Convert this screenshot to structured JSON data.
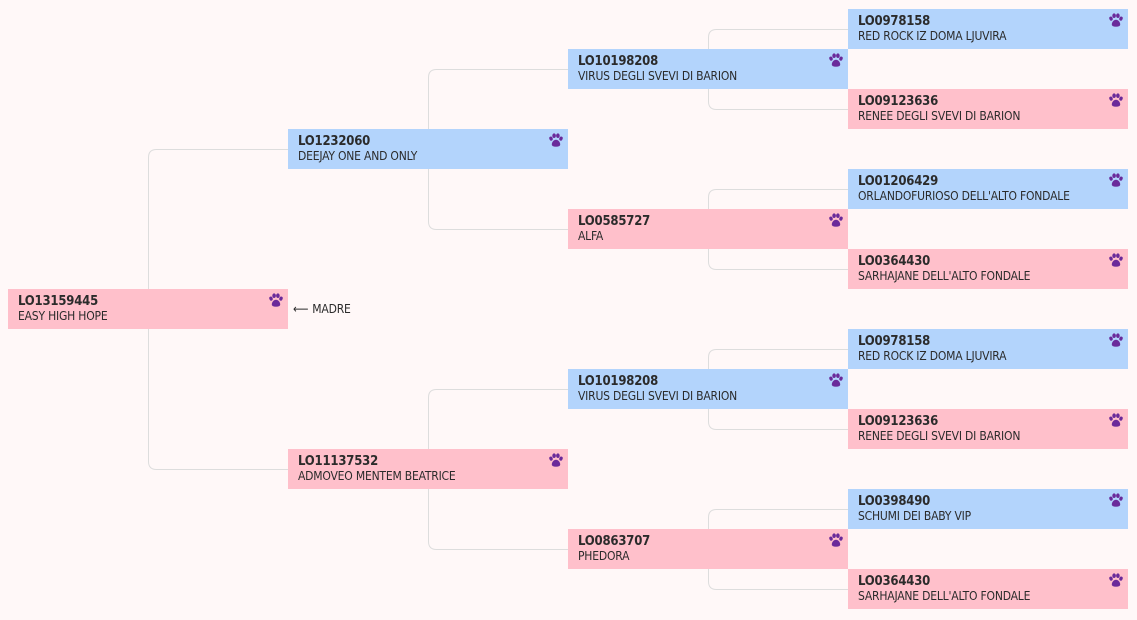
{
  "colors": {
    "male": "#b3d4fc",
    "female": "#ffc0cb",
    "paw": "#6a2a9a",
    "connector": "#dddddd"
  },
  "pointer": {
    "arrow": "⟵",
    "label": "MADRE"
  },
  "pedigree": {
    "subject": {
      "code": "LO13159445",
      "name": "EASY HIGH HOPE",
      "sex": "female"
    },
    "generation1": [
      {
        "code": "LO1232060",
        "name": "DEEJAY ONE AND ONLY",
        "sex": "male"
      },
      {
        "code": "LO11137532",
        "name": "ADMOVEO MENTEM BEATRICE",
        "sex": "female"
      }
    ],
    "generation2": [
      {
        "code": "LO10198208",
        "name": "VIRUS DEGLI SVEVI DI BARION",
        "sex": "male"
      },
      {
        "code": "LO0585727",
        "name": "ALFA",
        "sex": "female"
      },
      {
        "code": "LO10198208",
        "name": "VIRUS DEGLI SVEVI DI BARION",
        "sex": "male"
      },
      {
        "code": "LO0863707",
        "name": "PHEDORA",
        "sex": "female"
      }
    ],
    "generation3": [
      {
        "code": "LO0978158",
        "name": "RED ROCK IZ DOMA LJUVIRA",
        "sex": "male"
      },
      {
        "code": "LO09123636",
        "name": "RENEE DEGLI SVEVI DI BARION",
        "sex": "female"
      },
      {
        "code": "LO01206429",
        "name": "ORLANDOFURIOSO DELL'ALTO FONDALE",
        "sex": "male"
      },
      {
        "code": "LO0364430",
        "name": "SARHAJANE DELL'ALTO FONDALE",
        "sex": "female"
      },
      {
        "code": "LO0978158",
        "name": "RED ROCK IZ DOMA LJUVIRA",
        "sex": "male"
      },
      {
        "code": "LO09123636",
        "name": "RENEE DEGLI SVEVI DI BARION",
        "sex": "female"
      },
      {
        "code": "LO0398490",
        "name": "SCHUMI DEI BABY VIP",
        "sex": "male"
      },
      {
        "code": "LO0364430",
        "name": "SARHAJANE DELL'ALTO FONDALE",
        "sex": "female"
      }
    ]
  }
}
